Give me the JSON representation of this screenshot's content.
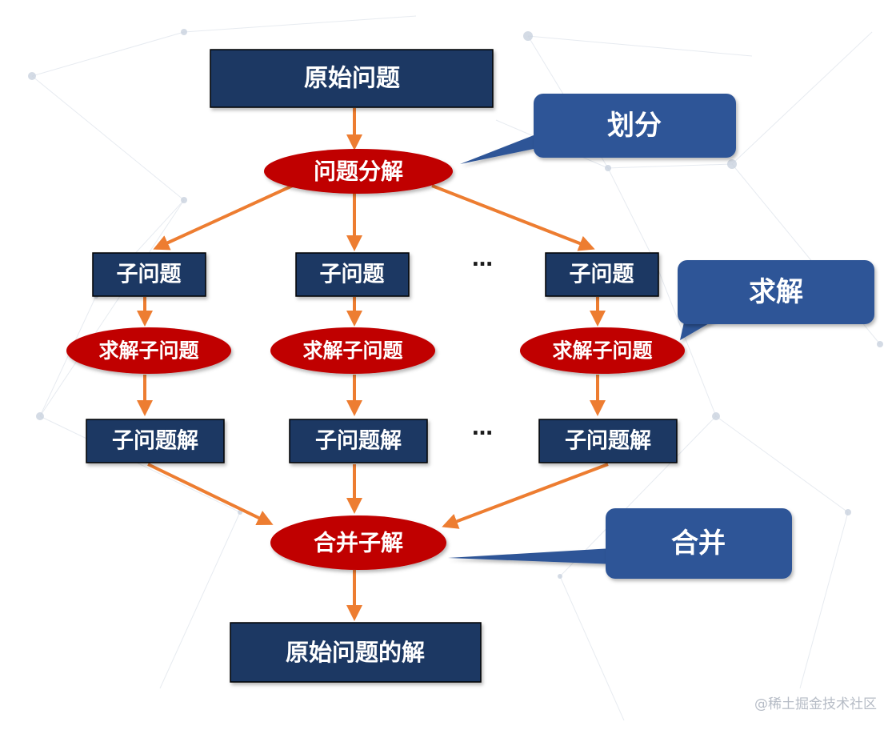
{
  "diagram": {
    "top_node": "原始问题",
    "divide_node": "问题分解",
    "sub_problem": "子问题",
    "solve_node": "求解子问题",
    "sub_solution": "子问题解",
    "ellipsis": "…",
    "merge_node": "合并子解",
    "final_node": "原始问题的解"
  },
  "callouts": {
    "divide": "划分",
    "solve": "求解",
    "merge": "合并"
  },
  "watermark": "@稀土掘金技术社区",
  "colors": {
    "navy_box": "#1f3864",
    "red_ellipse": "#c00000",
    "callout_blue": "#2f5597",
    "arrow_orange": "#ed7d31"
  }
}
